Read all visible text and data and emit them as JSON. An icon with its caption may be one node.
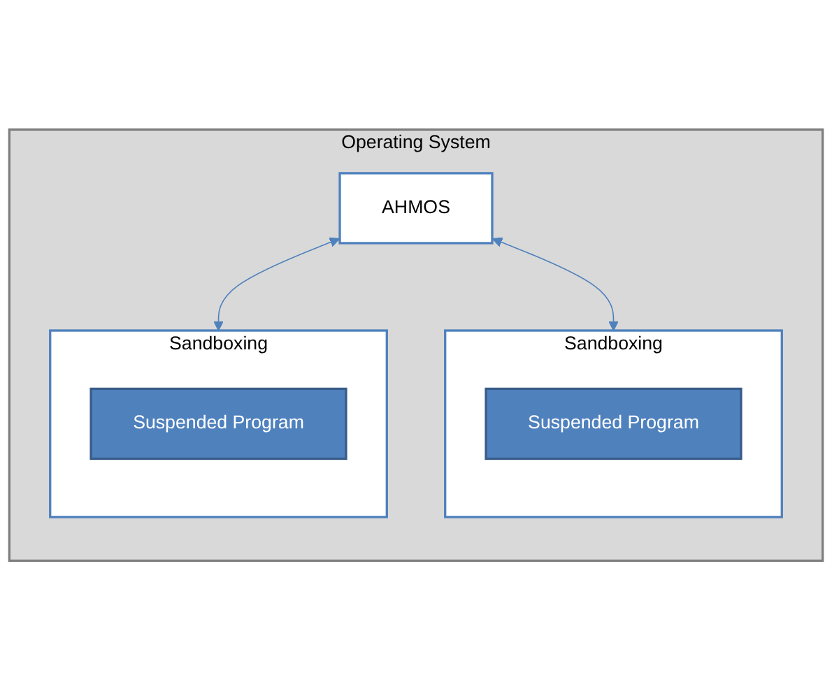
{
  "diagram": {
    "nodes": [
      {
        "text": [
          "Operating System"
        ]
      },
      {
        "text": [
          "AHMOS"
        ],
        "in": 0
      },
      {
        "text": [
          "Sandboxing"
        ],
        "in": 0
      },
      {
        "text": [
          "Suspended Program"
        ],
        "in": 2
      },
      {
        "text": [
          "Sandboxing"
        ],
        "in": 0
      },
      {
        "text": [
          "Suspended Program"
        ],
        "in": 4
      }
    ],
    "edges": [
      {
        "from": 1,
        "to": 2,
        "arrow": "both"
      },
      {
        "from": 1,
        "to": 4,
        "arrow": "both"
      }
    ]
  }
}
